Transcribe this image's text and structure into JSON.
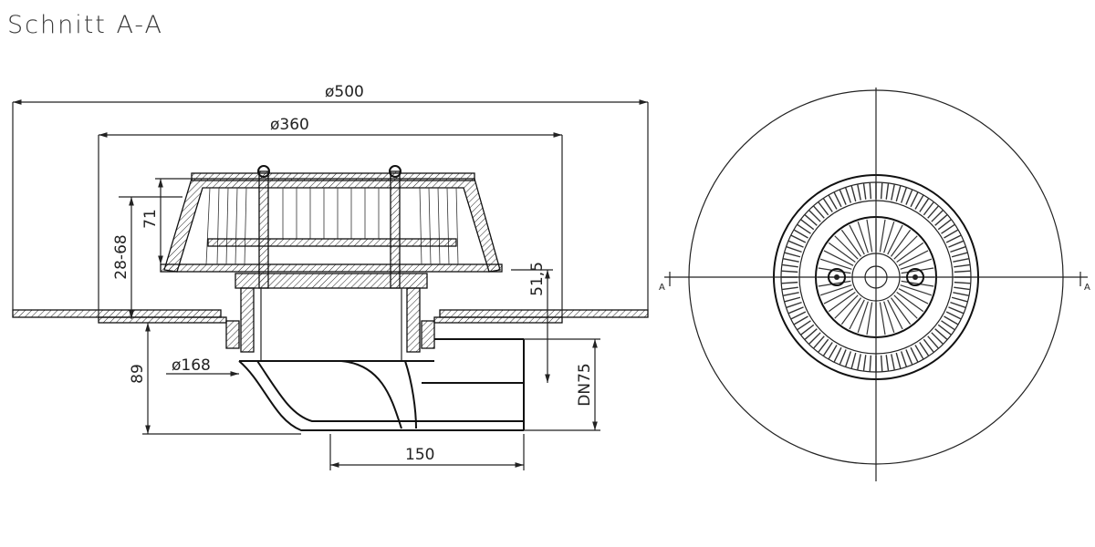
{
  "title": "Schnitt A-A",
  "dimensions": {
    "d500": "ø500",
    "d360": "ø360",
    "range": "28-68",
    "h71": "71",
    "h51": "51,5",
    "h89": "89",
    "d168": "ø168",
    "dn75": "DN75",
    "w150": "150"
  },
  "section_marks": {
    "left": "A",
    "right": "A"
  }
}
